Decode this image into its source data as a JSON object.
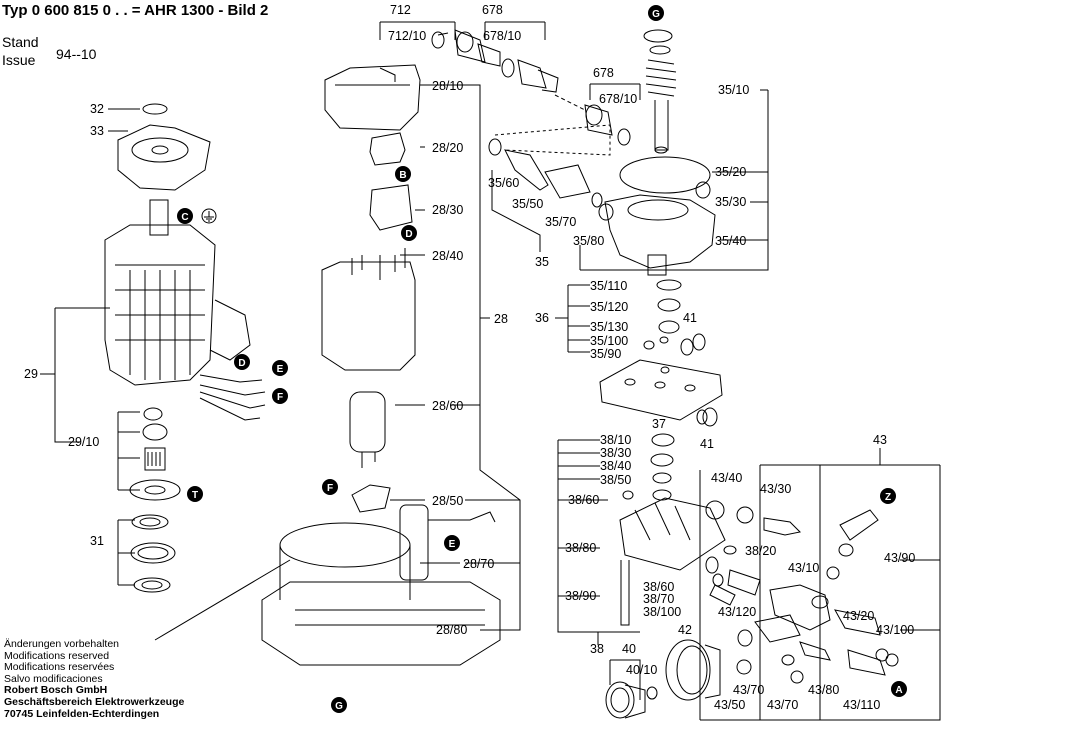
{
  "header": {
    "title": "Typ 0 600 815 0 . . = AHR 1300 - Bild 2",
    "stand_label": "Stand",
    "issue_label": "Issue",
    "stand_value": "94--10"
  },
  "footer": {
    "lines": [
      "Änderungen vorbehalten",
      "Modifications reserved",
      "Modifications reservées",
      "Salvo modificaciones"
    ],
    "company": [
      "Robert Bosch GmbH",
      "Geschäftsbereich Elektrowerkzeuge",
      "70745 Leinfelden-Echterdingen"
    ]
  },
  "parts": {
    "p712": "712",
    "p712_10": "712/10",
    "p678a": "678",
    "p678_10a": "678/10",
    "p678b": "678",
    "p678_10b": "678/10",
    "p32": "32",
    "p33": "33",
    "p29": "29",
    "p29_10": "29/10",
    "p31": "31",
    "p28_10": "28/10",
    "p28_20": "28/20",
    "p28_30": "28/30",
    "p28_40": "28/40",
    "p28": "28",
    "p28_60": "28/60",
    "p28_50": "28/50",
    "p28_70": "28/70",
    "p28_80": "28/80",
    "p35_10": "35/10",
    "p35_20": "35/20",
    "p35_30": "35/30",
    "p35_40": "35/40",
    "p35_60": "35/60",
    "p35_50": "35/50",
    "p35_70": "35/70",
    "p35_80": "35/80",
    "p35": "35",
    "p35_110": "35/110",
    "p35_120": "35/120",
    "p35_130": "35/130",
    "p35_100": "35/100",
    "p35_90": "35/90",
    "p36": "36",
    "p41a": "41",
    "p41b": "41",
    "p37": "37",
    "p38_10": "38/10",
    "p38_30": "38/30",
    "p38_40": "38/40",
    "p38_50": "38/50",
    "p38_60": "38/60",
    "p38_80": "38/80",
    "p38_20": "38/20",
    "p38_90": "38/90",
    "p38_60b": "38/60",
    "p38_70": "38/70",
    "p38_100": "38/100",
    "p38": "38",
    "p43": "43",
    "p43_40": "43/40",
    "p43_30": "43/30",
    "p43_10": "43/10",
    "p43_90": "43/90",
    "p43_120": "43/120",
    "p43_20": "43/20",
    "p43_100": "43/100",
    "p42": "42",
    "p40": "40",
    "p40_10": "40/10",
    "p43_70a": "43/70",
    "p43_50": "43/50",
    "p43_70b": "43/70",
    "p43_80": "43/80",
    "p43_110": "43/110"
  },
  "callouts": {
    "G_top": "G",
    "B": "B",
    "C": "C",
    "D_top": "D",
    "D_left": "D",
    "E_left": "E",
    "F_left": "F",
    "F_mid": "F",
    "T": "T",
    "E_mid": "E",
    "G_bottom": "G",
    "Z": "Z",
    "A": "A"
  }
}
